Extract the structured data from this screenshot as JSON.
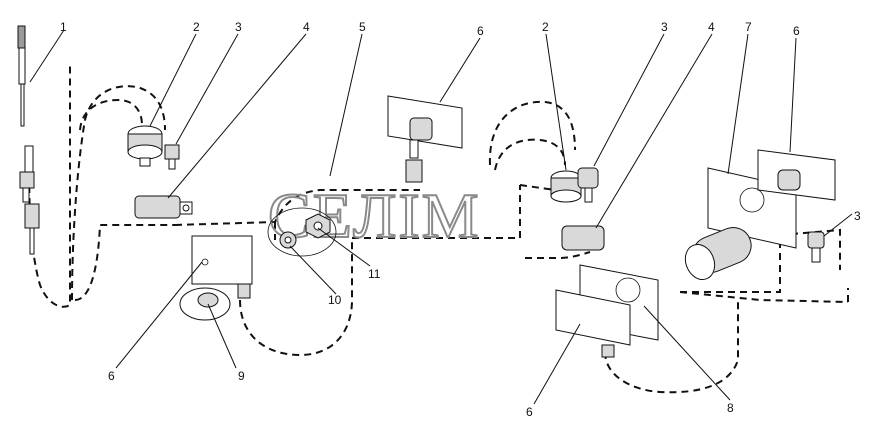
{
  "watermark": {
    "text": "СЕЛІМ"
  },
  "callouts": [
    {
      "id": "c1",
      "label": "1"
    },
    {
      "id": "c2a",
      "label": "2"
    },
    {
      "id": "c3a",
      "label": "3"
    },
    {
      "id": "c4a",
      "label": "4"
    },
    {
      "id": "c5",
      "label": "5"
    },
    {
      "id": "c6a",
      "label": "6"
    },
    {
      "id": "c2b",
      "label": "2"
    },
    {
      "id": "c3b",
      "label": "3"
    },
    {
      "id": "c4b",
      "label": "4"
    },
    {
      "id": "c7",
      "label": "7"
    },
    {
      "id": "c6b",
      "label": "6"
    },
    {
      "id": "c3c",
      "label": "3"
    },
    {
      "id": "c11",
      "label": "11"
    },
    {
      "id": "c10",
      "label": "10"
    },
    {
      "id": "c6c",
      "label": "6"
    },
    {
      "id": "c9",
      "label": "9"
    },
    {
      "id": "c6d",
      "label": "6"
    },
    {
      "id": "c8",
      "label": "8"
    }
  ],
  "colors": {
    "line": "#111111",
    "watermark": "#8a8a8a",
    "background": "#ffffff"
  }
}
